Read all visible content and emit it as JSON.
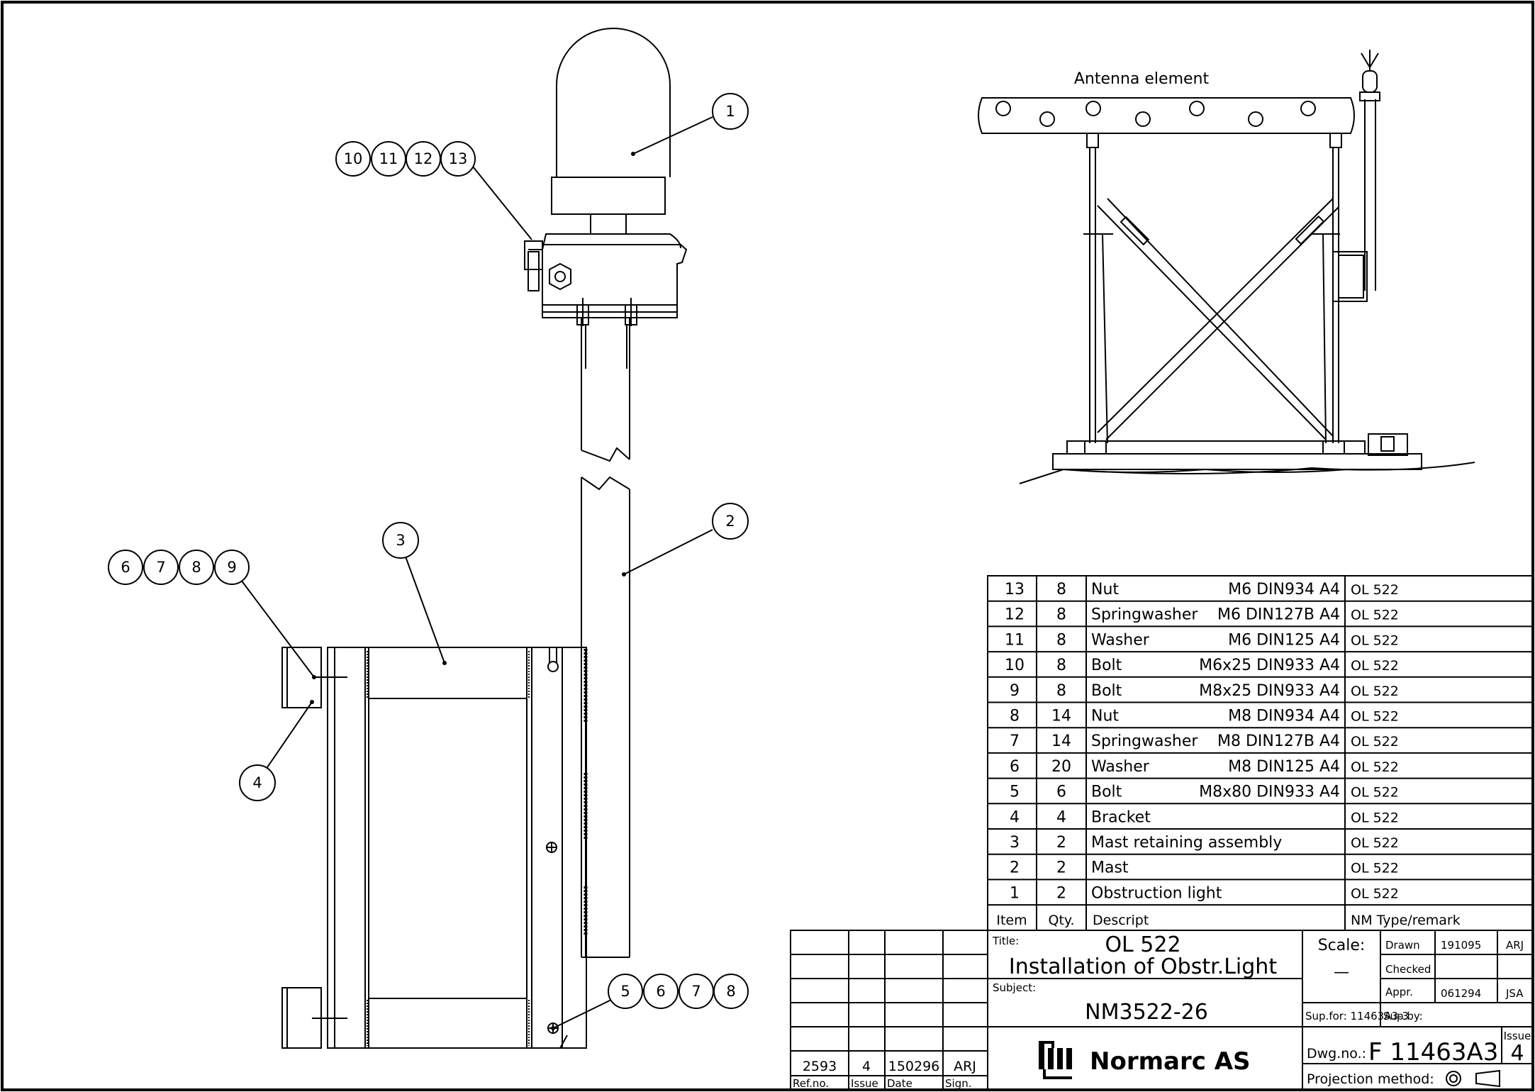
{
  "drawing": {
    "antenna_label": "Antenna element",
    "callouts_top": [
      "10",
      "11",
      "12",
      "13"
    ],
    "callout_1": "1",
    "callout_2": "2",
    "callout_3": "3",
    "callout_4": "4",
    "callouts_left": [
      "6",
      "7",
      "8",
      "9"
    ],
    "callouts_bottom": [
      "5",
      "6",
      "7",
      "8"
    ]
  },
  "parts_list": {
    "headers": {
      "item": "Item",
      "qty": "Qty.",
      "descript": "Descript",
      "remark": "NM Type/remark"
    },
    "rows": [
      {
        "item": "13",
        "qty": "8",
        "desc": "Nut",
        "spec": "M6 DIN934 A4",
        "remark": "OL 522"
      },
      {
        "item": "12",
        "qty": "8",
        "desc": "Springwasher",
        "spec": "M6 DIN127B A4",
        "remark": "OL 522"
      },
      {
        "item": "11",
        "qty": "8",
        "desc": "Washer",
        "spec": "M6 DIN125 A4",
        "remark": "OL 522"
      },
      {
        "item": "10",
        "qty": "8",
        "desc": "Bolt",
        "spec": "M6x25 DIN933 A4",
        "remark": "OL 522"
      },
      {
        "item": "9",
        "qty": "8",
        "desc": "Bolt",
        "spec": "M8x25 DIN933 A4",
        "remark": "OL 522"
      },
      {
        "item": "8",
        "qty": "14",
        "desc": "Nut",
        "spec": "M8 DIN934 A4",
        "remark": "OL 522"
      },
      {
        "item": "7",
        "qty": "14",
        "desc": "Springwasher",
        "spec": "M8 DIN127B A4",
        "remark": "OL 522"
      },
      {
        "item": "6",
        "qty": "20",
        "desc": "Washer",
        "spec": "M8 DIN125 A4",
        "remark": "OL 522"
      },
      {
        "item": "5",
        "qty": "6",
        "desc": "Bolt",
        "spec": "M8x80 DIN933 A4",
        "remark": "OL 522"
      },
      {
        "item": "4",
        "qty": "4",
        "desc": "Bracket",
        "spec": "",
        "remark": "OL 522"
      },
      {
        "item": "3",
        "qty": "2",
        "desc": "Mast retaining assembly",
        "spec": "",
        "remark": "OL 522"
      },
      {
        "item": "2",
        "qty": "2",
        "desc": "Mast",
        "spec": "",
        "remark": "OL 522"
      },
      {
        "item": "1",
        "qty": "2",
        "desc": "Obstruction light",
        "spec": "",
        "remark": "OL 522"
      }
    ]
  },
  "title_block": {
    "title_label": "Title:",
    "title_line1": "OL 522",
    "title_line2": "Installation of Obstr.Light",
    "subject_label": "Subject:",
    "subject": "NM3522-26",
    "scale_label": "Scale:",
    "scale_value": "—",
    "drawn_label": "Drawn",
    "drawn_date": "191095",
    "drawn_sign": "ARJ",
    "checked_label": "Checked",
    "appr_label": "Appr.",
    "appr_date": "061294",
    "appr_sign": "JSA",
    "sup_for": "Sup.for: 11463A3-3",
    "sup_by": "Sup.by:",
    "issue_label": "Issue",
    "issue_value": "4",
    "dwg_label": "Dwg.no.:",
    "dwg_value": "F 11463A3",
    "projection_label": "Projection method:",
    "company": "Normarc AS",
    "revision": {
      "ref_no": "2593",
      "issue": "4",
      "date": "150296",
      "sign": "ARJ"
    },
    "revision_headers": {
      "ref_no": "Ref.no.",
      "issue": "Issue",
      "date": "Date",
      "sign": "Sign."
    }
  }
}
